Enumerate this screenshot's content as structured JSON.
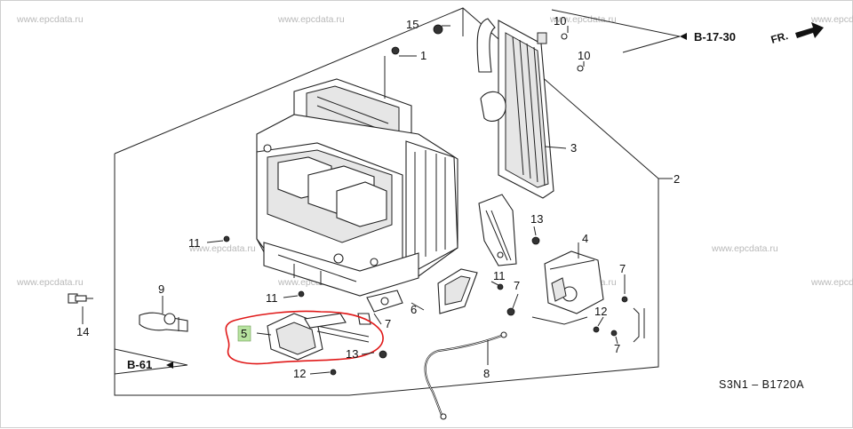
{
  "watermark": "www.epcdata.ru",
  "diagram_code": "S3N1 – B1720A",
  "direction_label": "FR.",
  "section_refs": [
    "B-17-30",
    "B-61"
  ],
  "callouts": [
    "1",
    "2",
    "3",
    "4",
    "5",
    "6",
    "7",
    "7",
    "7",
    "7",
    "8",
    "9",
    "10",
    "10",
    "11",
    "11",
    "11",
    "12",
    "12",
    "13",
    "13",
    "14",
    "15"
  ],
  "highlight": {
    "part": "5",
    "color": "#e01919",
    "label_bg": "#b7e3a0"
  }
}
